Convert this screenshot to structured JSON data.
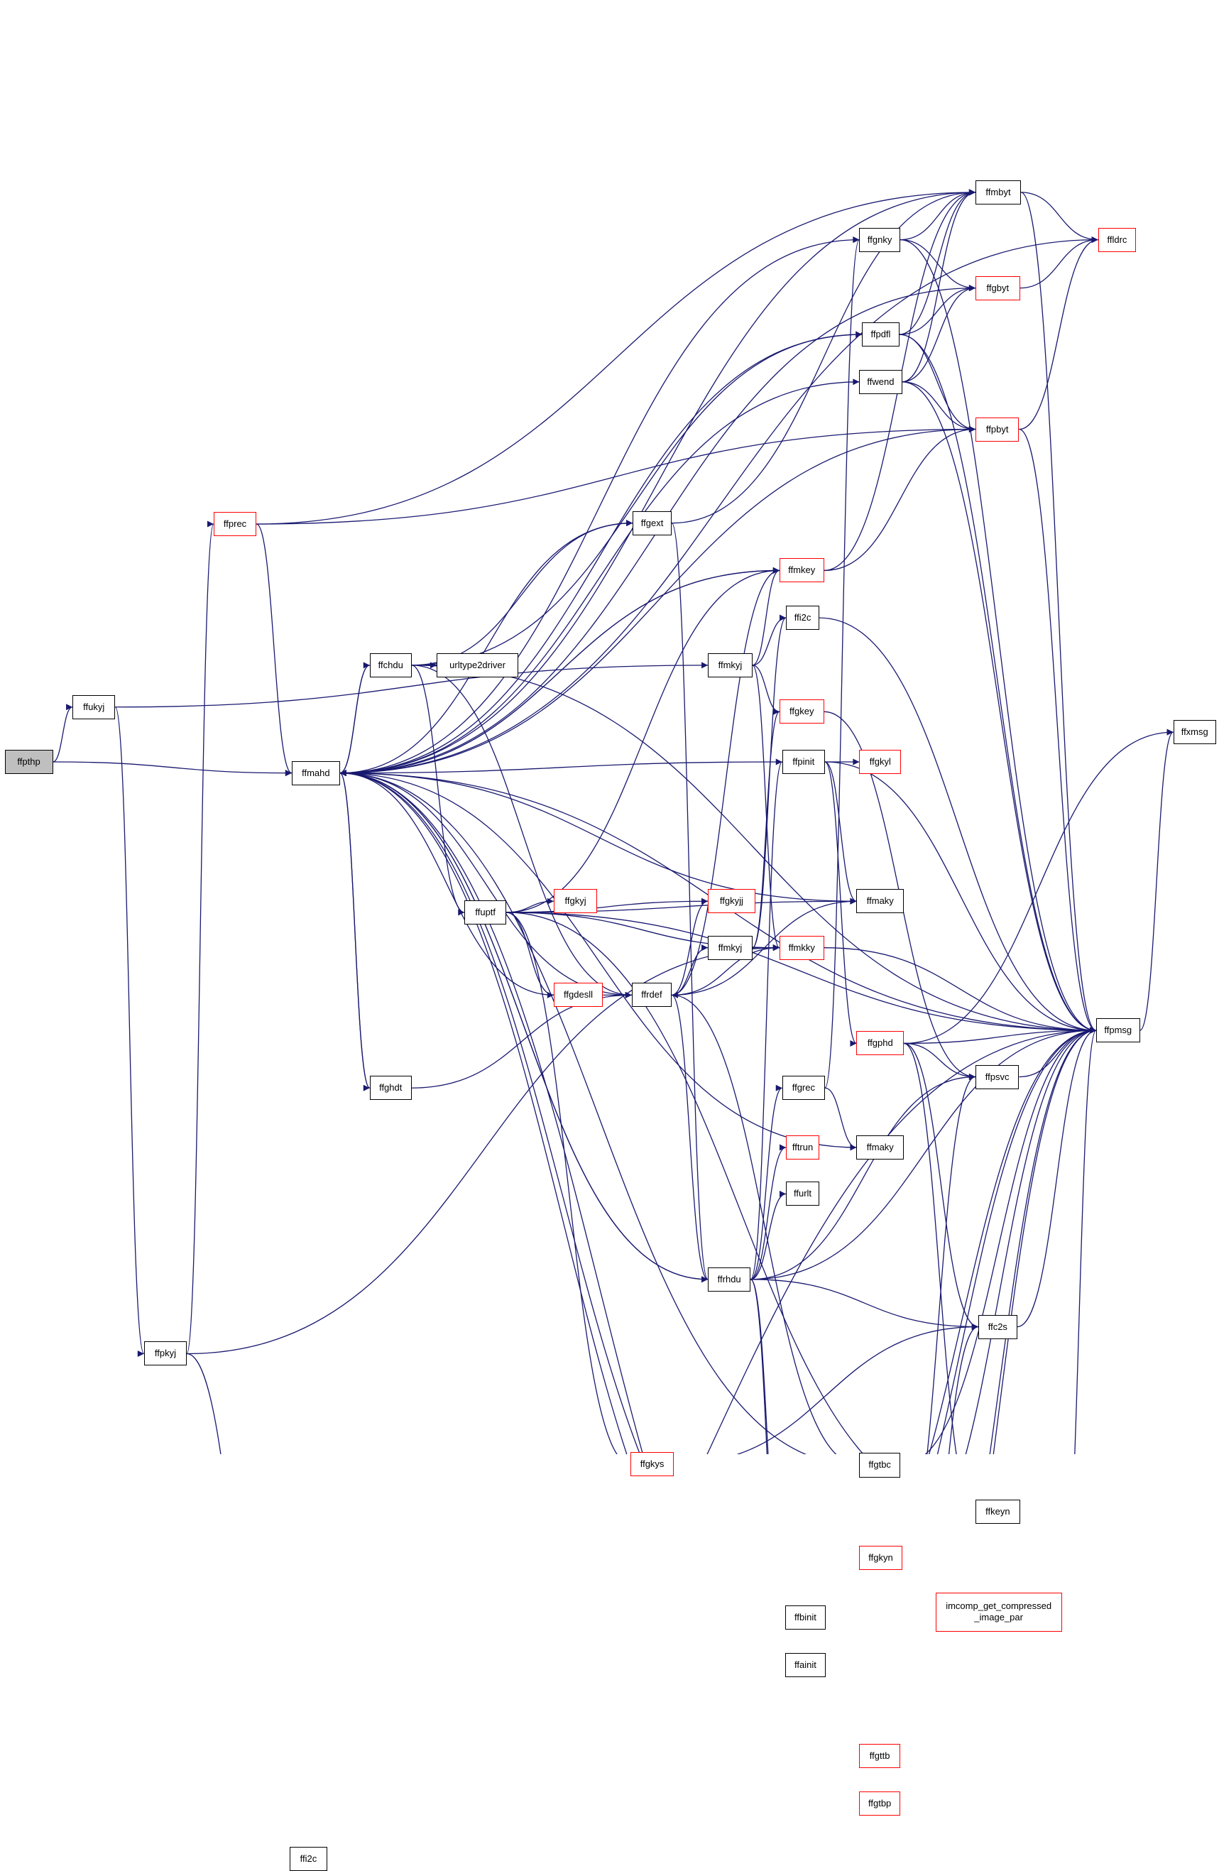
{
  "colors": {
    "edge": "#191970",
    "border": "#000000",
    "border_undocumented": "#ff0000",
    "root_fill": "#bfbfbf"
  },
  "nodes": [
    {
      "id": "ffpthp",
      "label": "ffpthp",
      "style": "gray"
    },
    {
      "id": "ffukyj",
      "label": "ffukyj",
      "style": "black"
    },
    {
      "id": "ffmahd",
      "label": "ffmahd",
      "style": "black"
    },
    {
      "id": "ffpkyj",
      "label": "ffpkyj",
      "style": "black"
    },
    {
      "id": "ffprec",
      "label": "ffprec",
      "style": "red"
    },
    {
      "id": "ffi2c_left",
      "label": "ffi2c",
      "style": "black"
    },
    {
      "id": "ffchdu",
      "label": "ffchdu",
      "style": "black"
    },
    {
      "id": "urltype2driver",
      "label": "urltype2driver",
      "style": "black"
    },
    {
      "id": "ffuptf",
      "label": "ffuptf",
      "style": "black"
    },
    {
      "id": "ffghdt",
      "label": "ffghdt",
      "style": "black"
    },
    {
      "id": "ffgkyj_a",
      "label": "ffgkyj",
      "style": "red"
    },
    {
      "id": "ffgdesll",
      "label": "ffgdesll",
      "style": "red"
    },
    {
      "id": "ffgkys",
      "label": "ffgkys",
      "style": "red"
    },
    {
      "id": "ffgext",
      "label": "ffgext",
      "style": "black"
    },
    {
      "id": "ffrdef",
      "label": "ffrdef",
      "style": "black"
    },
    {
      "id": "ffmkyj",
      "label": "ffmkyj",
      "style": "black"
    },
    {
      "id": "ffmkyj2",
      "label": "ffmkyj",
      "style": "black"
    },
    {
      "id": "ffgkyjj",
      "label": "ffgkyjj",
      "style": "red"
    },
    {
      "id": "ffrhdu",
      "label": "ffrhdu",
      "style": "black"
    },
    {
      "id": "ffmkey",
      "label": "ffmkey",
      "style": "red"
    },
    {
      "id": "ffi2c_mid",
      "label": "ffi2c",
      "style": "black"
    },
    {
      "id": "ffgkey",
      "label": "ffgkey",
      "style": "red"
    },
    {
      "id": "ffpinit",
      "label": "ffpinit",
      "style": "black"
    },
    {
      "id": "ffmkky",
      "label": "ffmkky",
      "style": "red"
    },
    {
      "id": "ffgrec",
      "label": "ffgrec",
      "style": "black"
    },
    {
      "id": "fftrun",
      "label": "fftrun",
      "style": "red"
    },
    {
      "id": "ffurlt",
      "label": "ffurlt",
      "style": "black"
    },
    {
      "id": "ffbinit",
      "label": "ffbinit",
      "style": "black"
    },
    {
      "id": "ffainit",
      "label": "ffainit",
      "style": "black"
    },
    {
      "id": "ffgnky",
      "label": "ffgnky",
      "style": "black"
    },
    {
      "id": "ffpdfl",
      "label": "ffpdfl",
      "style": "black"
    },
    {
      "id": "ffwend",
      "label": "ffwend",
      "style": "black"
    },
    {
      "id": "ffgkyl",
      "label": "ffgkyl",
      "style": "red"
    },
    {
      "id": "ffmaky",
      "label": "ffmaky",
      "style": "black"
    },
    {
      "id": "ffgphd",
      "label": "ffgphd",
      "style": "red"
    },
    {
      "id": "ffmaky2",
      "label": "ffmaky",
      "style": "black"
    },
    {
      "id": "ffgtbc",
      "label": "ffgtbc",
      "style": "black"
    },
    {
      "id": "ffgkyn",
      "label": "ffgkyn",
      "style": "red"
    },
    {
      "id": "ffgttb",
      "label": "ffgttb",
      "style": "red"
    },
    {
      "id": "ffgtbp",
      "label": "ffgtbp",
      "style": "red"
    },
    {
      "id": "ffmbyt",
      "label": "ffmbyt",
      "style": "black"
    },
    {
      "id": "ffgbyt",
      "label": "ffgbyt",
      "style": "red"
    },
    {
      "id": "ffpbyt",
      "label": "ffpbyt",
      "style": "red"
    },
    {
      "id": "ffpsvc",
      "label": "ffpsvc",
      "style": "black"
    },
    {
      "id": "ffc2s",
      "label": "ffc2s",
      "style": "black"
    },
    {
      "id": "ffkeyn",
      "label": "ffkeyn",
      "style": "black"
    },
    {
      "id": "imcomp",
      "label": "imcomp_get_compressed\n_image_par",
      "style": "red"
    },
    {
      "id": "ffldrc",
      "label": "ffldrc",
      "style": "red"
    },
    {
      "id": "ffpmsg",
      "label": "ffpmsg",
      "style": "black"
    },
    {
      "id": "ffxmsg",
      "label": "ffxmsg",
      "style": "black"
    }
  ],
  "edges": [
    [
      "ffpthp",
      "ffukyj"
    ],
    [
      "ffpthp",
      "ffmahd"
    ],
    [
      "ffukyj",
      "ffpkyj"
    ],
    [
      "ffukyj",
      "ffmkyj"
    ],
    [
      "ffpkyj",
      "ffprec"
    ],
    [
      "ffpkyj",
      "ffi2c_left"
    ],
    [
      "ffpkyj",
      "ffmkky"
    ],
    [
      "ffprec",
      "ffmahd"
    ],
    [
      "ffprec",
      "ffmbyt"
    ],
    [
      "ffprec",
      "ffpbyt"
    ],
    [
      "ffi2c_left",
      "ffpmsg"
    ],
    [
      "ffmahd",
      "ffchdu"
    ],
    [
      "ffmahd",
      "ffghdt"
    ],
    [
      "ffmahd",
      "ffgext"
    ],
    [
      "ffmahd",
      "ffrhdu"
    ],
    [
      "ffmahd",
      "ffmbyt"
    ],
    [
      "ffmahd",
      "ffgbyt"
    ],
    [
      "ffmahd",
      "ffpbyt"
    ],
    [
      "ffmahd",
      "ffpmsg"
    ],
    [
      "ffmahd",
      "ffmkey"
    ],
    [
      "ffmahd",
      "ffpdfl"
    ],
    [
      "ffmahd",
      "ffwend"
    ],
    [
      "ffmahd",
      "ffgnky"
    ],
    [
      "ffchdu",
      "ffmahd"
    ],
    [
      "ffchdu",
      "urltype2driver"
    ],
    [
      "ffchdu",
      "ffuptf"
    ],
    [
      "ffchdu",
      "ffrdef"
    ],
    [
      "ffchdu",
      "ffpmsg"
    ],
    [
      "ffchdu",
      "ffpdfl"
    ],
    [
      "ffchdu",
      "ffgext"
    ],
    [
      "ffghdt",
      "ffmahd"
    ],
    [
      "ffghdt",
      "ffrdef"
    ],
    [
      "ffuptf",
      "ffgkyj_a"
    ],
    [
      "ffuptf",
      "ffgdesll"
    ],
    [
      "ffuptf",
      "ffgkys"
    ],
    [
      "ffuptf",
      "ffmkey"
    ],
    [
      "ffuptf",
      "ffgkyjj"
    ],
    [
      "ffuptf",
      "ffmaky"
    ],
    [
      "ffuptf",
      "ffmkky"
    ],
    [
      "ffuptf",
      "ffkeyn"
    ],
    [
      "ffuptf",
      "ffpmsg"
    ],
    [
      "ffgdesll",
      "ffmahd"
    ],
    [
      "ffgdesll",
      "ffrdef"
    ],
    [
      "ffgkys",
      "ffc2s"
    ],
    [
      "ffgext",
      "ffmbyt"
    ],
    [
      "ffgext",
      "ffrhdu"
    ],
    [
      "ffrdef",
      "ffmkyj2"
    ],
    [
      "ffrdef",
      "ffgkyjj"
    ],
    [
      "ffrdef",
      "ffmkey"
    ],
    [
      "ffrdef",
      "ffmkky"
    ],
    [
      "ffrdef",
      "ffrhdu"
    ],
    [
      "ffrdef",
      "ffmaky"
    ],
    [
      "ffrdef",
      "ffmahd"
    ],
    [
      "ffmkyj",
      "ffmkey"
    ],
    [
      "ffmkyj",
      "ffi2c_mid"
    ],
    [
      "ffmkyj",
      "ffgkey"
    ],
    [
      "ffmkyj",
      "ffmkky"
    ],
    [
      "ffmkyj2",
      "ffmkky"
    ],
    [
      "ffmkyj2",
      "ffgkey"
    ],
    [
      "ffmkyj2",
      "ffi2c_mid"
    ],
    [
      "ffmkey",
      "ffmahd"
    ],
    [
      "ffmkey",
      "ffmbyt"
    ],
    [
      "ffmkey",
      "ffpbyt"
    ],
    [
      "ffi2c_mid",
      "ffpmsg"
    ],
    [
      "ffgkey",
      "ffpsvc"
    ],
    [
      "ffpinit",
      "ffmahd"
    ],
    [
      "ffpinit",
      "ffgkyl"
    ],
    [
      "ffpinit",
      "ffmaky"
    ],
    [
      "ffpinit",
      "ffgphd"
    ],
    [
      "ffpinit",
      "ffpmsg"
    ],
    [
      "ffmkky",
      "ffpmsg"
    ],
    [
      "ffrhdu",
      "ffmahd"
    ],
    [
      "ffrhdu",
      "ffgrec"
    ],
    [
      "ffrhdu",
      "fftrun"
    ],
    [
      "ffrhdu",
      "ffurlt"
    ],
    [
      "ffrhdu",
      "ffpinit"
    ],
    [
      "ffrhdu",
      "ffpsvc"
    ],
    [
      "ffrhdu",
      "ffc2s"
    ],
    [
      "ffrhdu",
      "ffpmsg"
    ],
    [
      "ffrhdu",
      "ffbinit"
    ],
    [
      "ffrhdu",
      "ffainit"
    ],
    [
      "ffgrec",
      "ffgnky"
    ],
    [
      "ffgrec",
      "ffmaky2"
    ],
    [
      "ffmaky2",
      "ffmahd"
    ],
    [
      "ffmaky",
      "ffmahd"
    ],
    [
      "ffgnky",
      "ffmbyt"
    ],
    [
      "ffgnky",
      "ffgbyt"
    ],
    [
      "ffgnky",
      "ffpmsg"
    ],
    [
      "ffpdfl",
      "ffmbyt"
    ],
    [
      "ffpdfl",
      "ffgbyt"
    ],
    [
      "ffpdfl",
      "ffpbyt"
    ],
    [
      "ffpdfl",
      "ffpmsg"
    ],
    [
      "ffwend",
      "ffmbyt"
    ],
    [
      "ffwend",
      "ffgbyt"
    ],
    [
      "ffwend",
      "ffpbyt"
    ],
    [
      "ffwend",
      "ffpmsg"
    ],
    [
      "ffgphd",
      "ffpsvc"
    ],
    [
      "ffgphd",
      "ffpmsg"
    ],
    [
      "ffgphd",
      "ffc2s"
    ],
    [
      "ffgphd",
      "ffkeyn"
    ],
    [
      "ffgphd",
      "ffxmsg"
    ],
    [
      "ffgtbc",
      "ffmahd"
    ],
    [
      "ffgtbc",
      "ffrdef"
    ],
    [
      "ffgtbc",
      "ffpmsg"
    ],
    [
      "ffbinit",
      "ffmahd"
    ],
    [
      "ffbinit",
      "ffgtbc"
    ],
    [
      "ffbinit",
      "ffgkyn"
    ],
    [
      "ffbinit",
      "ffkeyn"
    ],
    [
      "ffbinit",
      "imcomp"
    ],
    [
      "ffbinit",
      "ffgttb"
    ],
    [
      "ffbinit",
      "ffgtbp"
    ],
    [
      "ffbinit",
      "ffpmsg"
    ],
    [
      "ffainit",
      "ffmahd"
    ],
    [
      "ffainit",
      "ffgkyn"
    ],
    [
      "ffainit",
      "ffkeyn"
    ],
    [
      "ffainit",
      "ffgttb"
    ],
    [
      "ffainit",
      "ffgtbp"
    ],
    [
      "ffainit",
      "ffpmsg"
    ],
    [
      "ffgkyn",
      "ffpsvc"
    ],
    [
      "ffgkyn",
      "ffpmsg"
    ],
    [
      "ffgttb",
      "ffpmsg"
    ],
    [
      "ffgtbp",
      "ffmahd"
    ],
    [
      "ffgtbp",
      "ffc2s"
    ],
    [
      "ffgtbp",
      "ffpmsg"
    ],
    [
      "imcomp",
      "ffpmsg"
    ],
    [
      "ffmbyt",
      "ffldrc"
    ],
    [
      "ffmbyt",
      "ffpmsg"
    ],
    [
      "ffgbyt",
      "ffldrc"
    ],
    [
      "ffpbyt",
      "ffldrc"
    ],
    [
      "ffpbyt",
      "ffpmsg"
    ],
    [
      "ffldrc",
      "ffmahd"
    ],
    [
      "ffpsvc",
      "ffpmsg"
    ],
    [
      "ffc2s",
      "ffpmsg"
    ],
    [
      "ffpmsg",
      "ffxmsg"
    ]
  ]
}
